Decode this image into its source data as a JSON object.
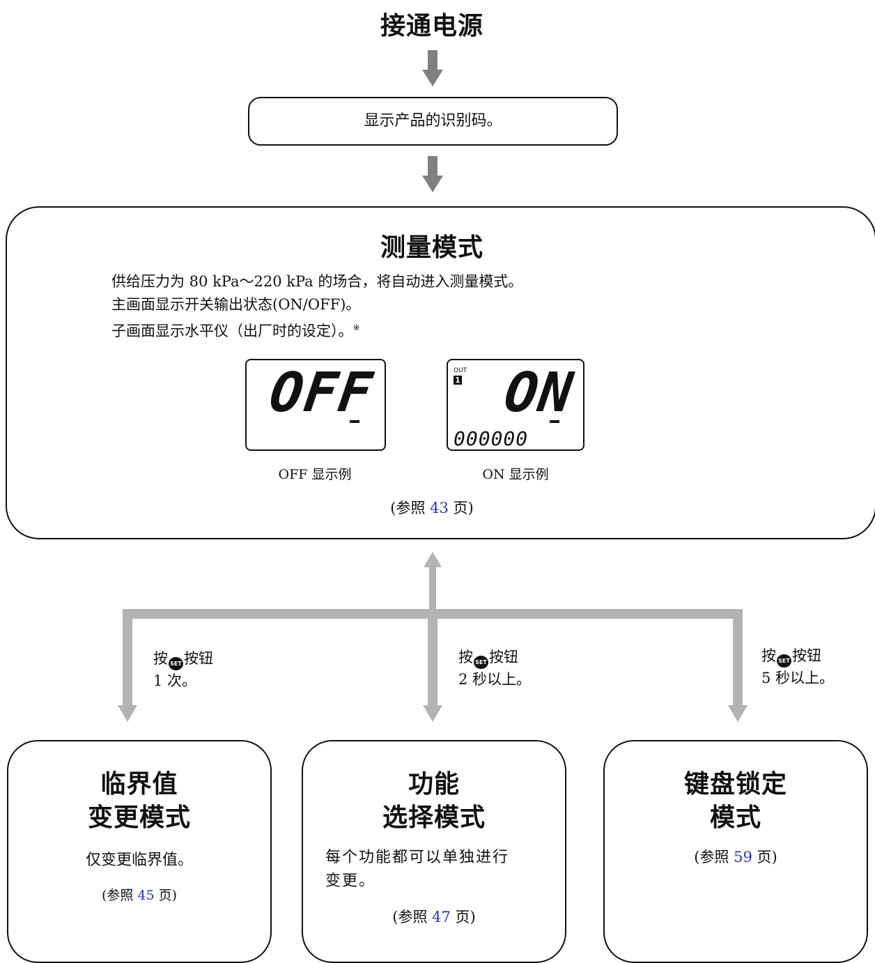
{
  "power_on": {
    "label": "接通电源"
  },
  "identify_box": {
    "text": "显示产品的识别码。"
  },
  "measure_mode": {
    "title": "测量模式",
    "lines": [
      "供给压力为 80 kPa～220 kPa 的场合，将自动进入测量模式。",
      "主画面显示开关输出状态(ON/OFF)。",
      "子画面显示水平仪（出厂时的设定）。"
    ],
    "note_mark": "※",
    "lcd_off": {
      "main": "OFF",
      "caption": "OFF 显示例"
    },
    "lcd_on": {
      "out_label": "OUT",
      "out_num": "1",
      "main": "ON",
      "sub": "000000",
      "caption": "ON 显示例"
    },
    "ref": {
      "prefix": "(参照 ",
      "page": "43",
      "suffix": " 页)"
    }
  },
  "transitions": [
    {
      "press": "按",
      "button": "SET",
      "after": "按钮",
      "line2": "1 次。"
    },
    {
      "press": "按",
      "button": "SET",
      "after": "按钮",
      "line2": "2 秒以上。"
    },
    {
      "press": "按",
      "button": "SET",
      "after": "按钮",
      "line2": "5 秒以上。"
    }
  ],
  "threshold_mode": {
    "title_line1": "临界值",
    "title_line2": "变更模式",
    "desc": "仅变更临界值。",
    "ref": {
      "prefix": "(参照 ",
      "page": "45",
      "suffix": " 页)"
    }
  },
  "function_mode": {
    "title_line1": "功能",
    "title_line2": "选择模式",
    "desc_line1": "每个功能都可以单独进行",
    "desc_line2": "变更。",
    "ref": {
      "prefix": "(参照 ",
      "page": "47",
      "suffix": " 页)"
    }
  },
  "keylock_mode": {
    "title_line1": "键盘锁定",
    "title_line2": "模式",
    "ref": {
      "prefix": "(参照 ",
      "page": "59",
      "suffix": " 页)"
    }
  },
  "colors": {
    "arrow_dark": "#808080",
    "arrow_light": "#b3b3b3",
    "link": "#2233cc",
    "line": "#111111"
  }
}
